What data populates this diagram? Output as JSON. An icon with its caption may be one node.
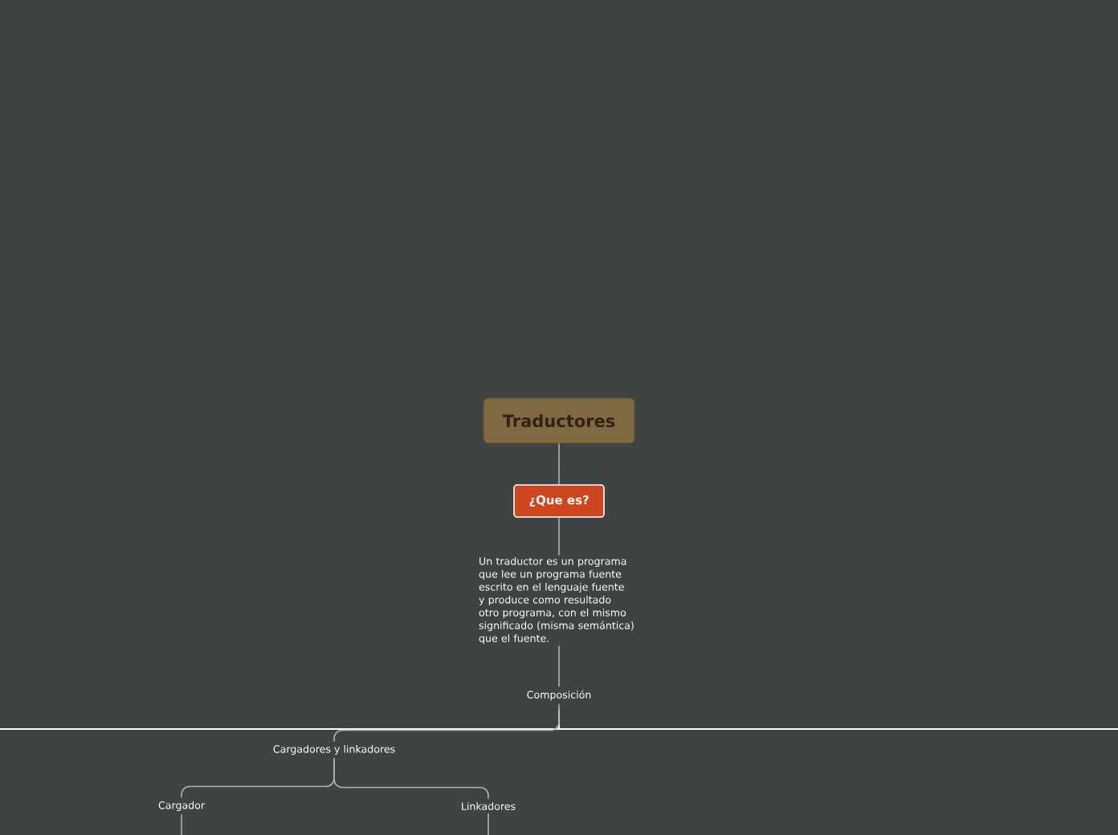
{
  "diagram": {
    "nodes": [
      {
        "text": [
          "Traductores"
        ]
      },
      {
        "text": [
          "¿Que es?"
        ]
      },
      {
        "text": [
          "Un traductor es un programa que lee un programa fuente escrito en el lenguaje fuente y produce como resultado otro programa, con el mismo significado (misma semántica) que el fuente."
        ]
      },
      {
        "text": [
          "Composición"
        ]
      },
      {
        "text": [
          "Cargadores y linkadores"
        ]
      },
      {
        "text": [
          "Cargador"
        ]
      },
      {
        "text": [
          "Linkadores"
        ]
      }
    ],
    "edges": [
      {
        "from": 0,
        "to": 1,
        "arrow": "none"
      },
      {
        "from": 1,
        "to": 2,
        "arrow": "none"
      },
      {
        "from": 2,
        "to": 3,
        "arrow": "none"
      },
      {
        "from": 3,
        "to": 4,
        "arrow": "none"
      },
      {
        "from": 4,
        "to": 5,
        "arrow": "none"
      },
      {
        "from": 4,
        "to": 6,
        "arrow": "none"
      },
      {
        "from": 5,
        "to": null,
        "arrow": "none"
      },
      {
        "from": 6,
        "to": null,
        "arrow": "none"
      }
    ]
  }
}
